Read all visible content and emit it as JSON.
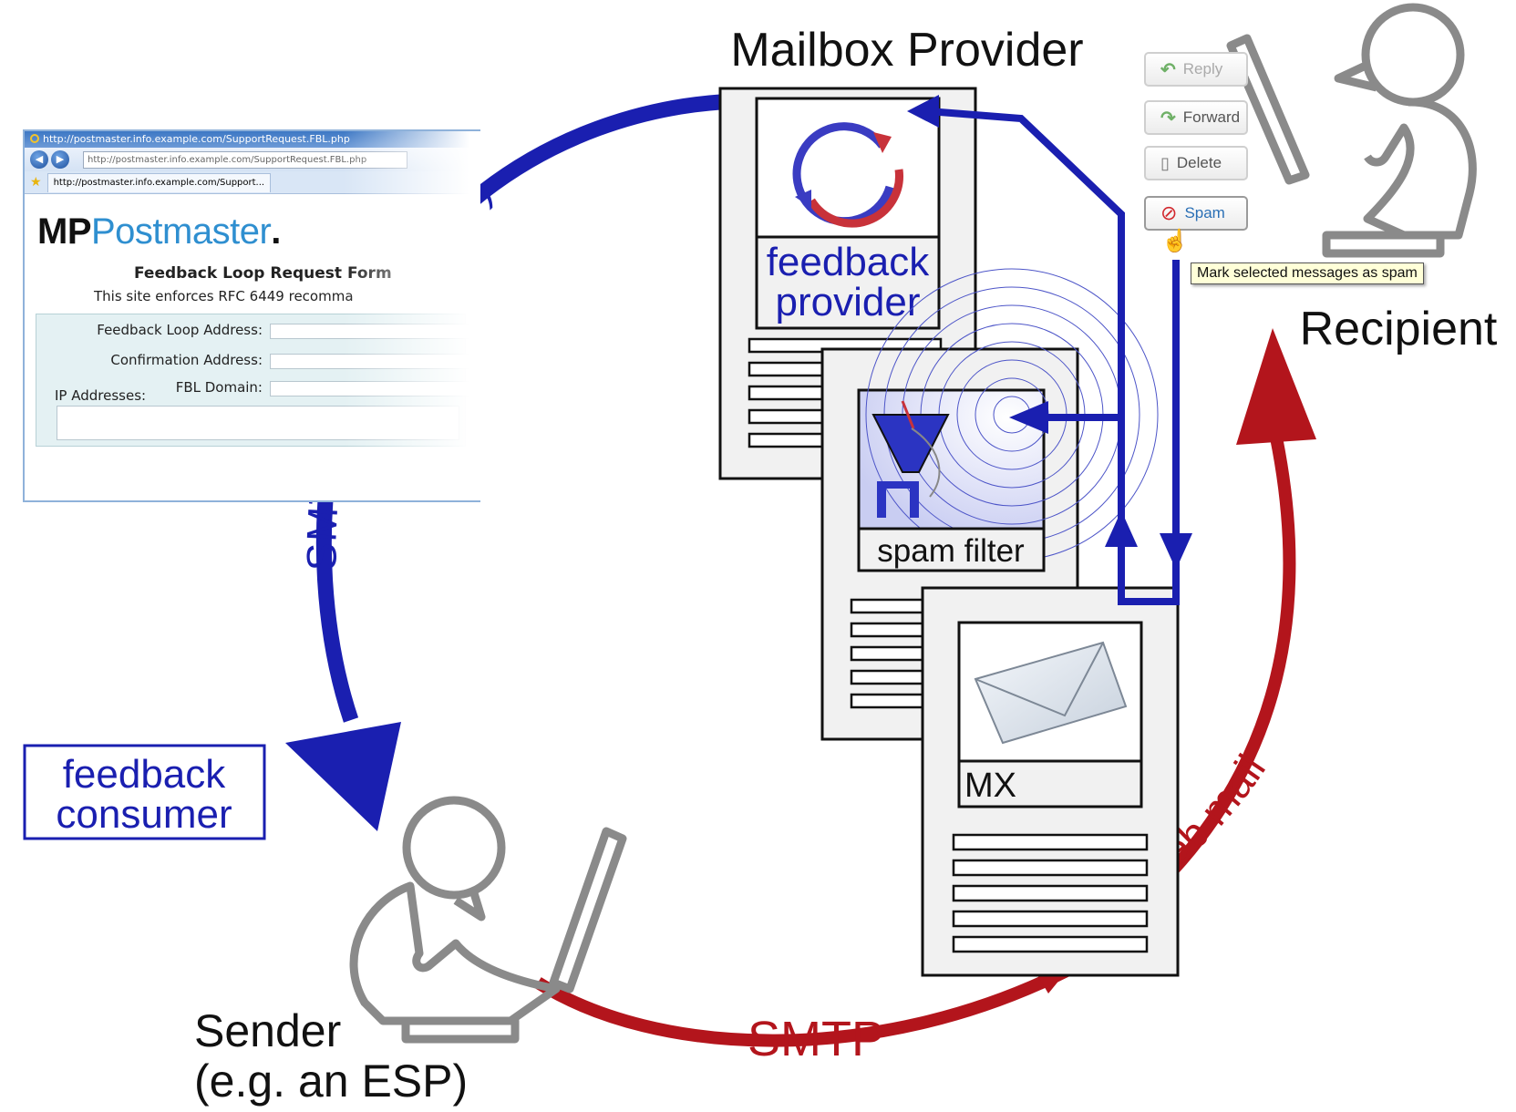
{
  "title": "Mailbox Provider",
  "labels": {
    "recipient": "Recipient",
    "sender_line1": "Sender",
    "sender_line2": "(e.g. an ESP)",
    "feedback_consumer_line1": "feedback",
    "feedback_consumer_line2": "consumer",
    "feedback_provider_line1": "feedback",
    "feedback_provider_line2": "provider",
    "spam_filter": "spam filter",
    "mx": "MX"
  },
  "arrows": {
    "arf": "SMTP (ARF message)",
    "smtp": "SMTP",
    "webmail": "web mail"
  },
  "browser": {
    "title_bar": "http://postmaster.info.example.com/SupportRequest.FBL.php",
    "address": "http://postmaster.info.example.com/SupportRequest.FBL.php",
    "tab": "http://postmaster.info.example.com/Support...",
    "brand_mp": "MP",
    "brand_postmaster": "Postmaster",
    "brand_dot": ".",
    "form_title": "Feedback Loop Request Form",
    "form_subtitle": "This site enforces RFC 6449 recomma",
    "fields": {
      "feedback_loop_address": "Feedback Loop Address:",
      "confirmation_address": "Confirmation Address:",
      "fbl_domain": "FBL Domain:",
      "ip_addresses": "IP Addresses:"
    }
  },
  "webmail": {
    "reply": "Reply",
    "forward": "Forward",
    "delete": "Delete",
    "spam": "Spam",
    "tooltip": "Mark selected messages as spam"
  },
  "colors": {
    "blue": "#1a1fb0",
    "red": "#b3151c",
    "gray": "#8a8a8a",
    "box_fill": "#f1f1f1"
  }
}
